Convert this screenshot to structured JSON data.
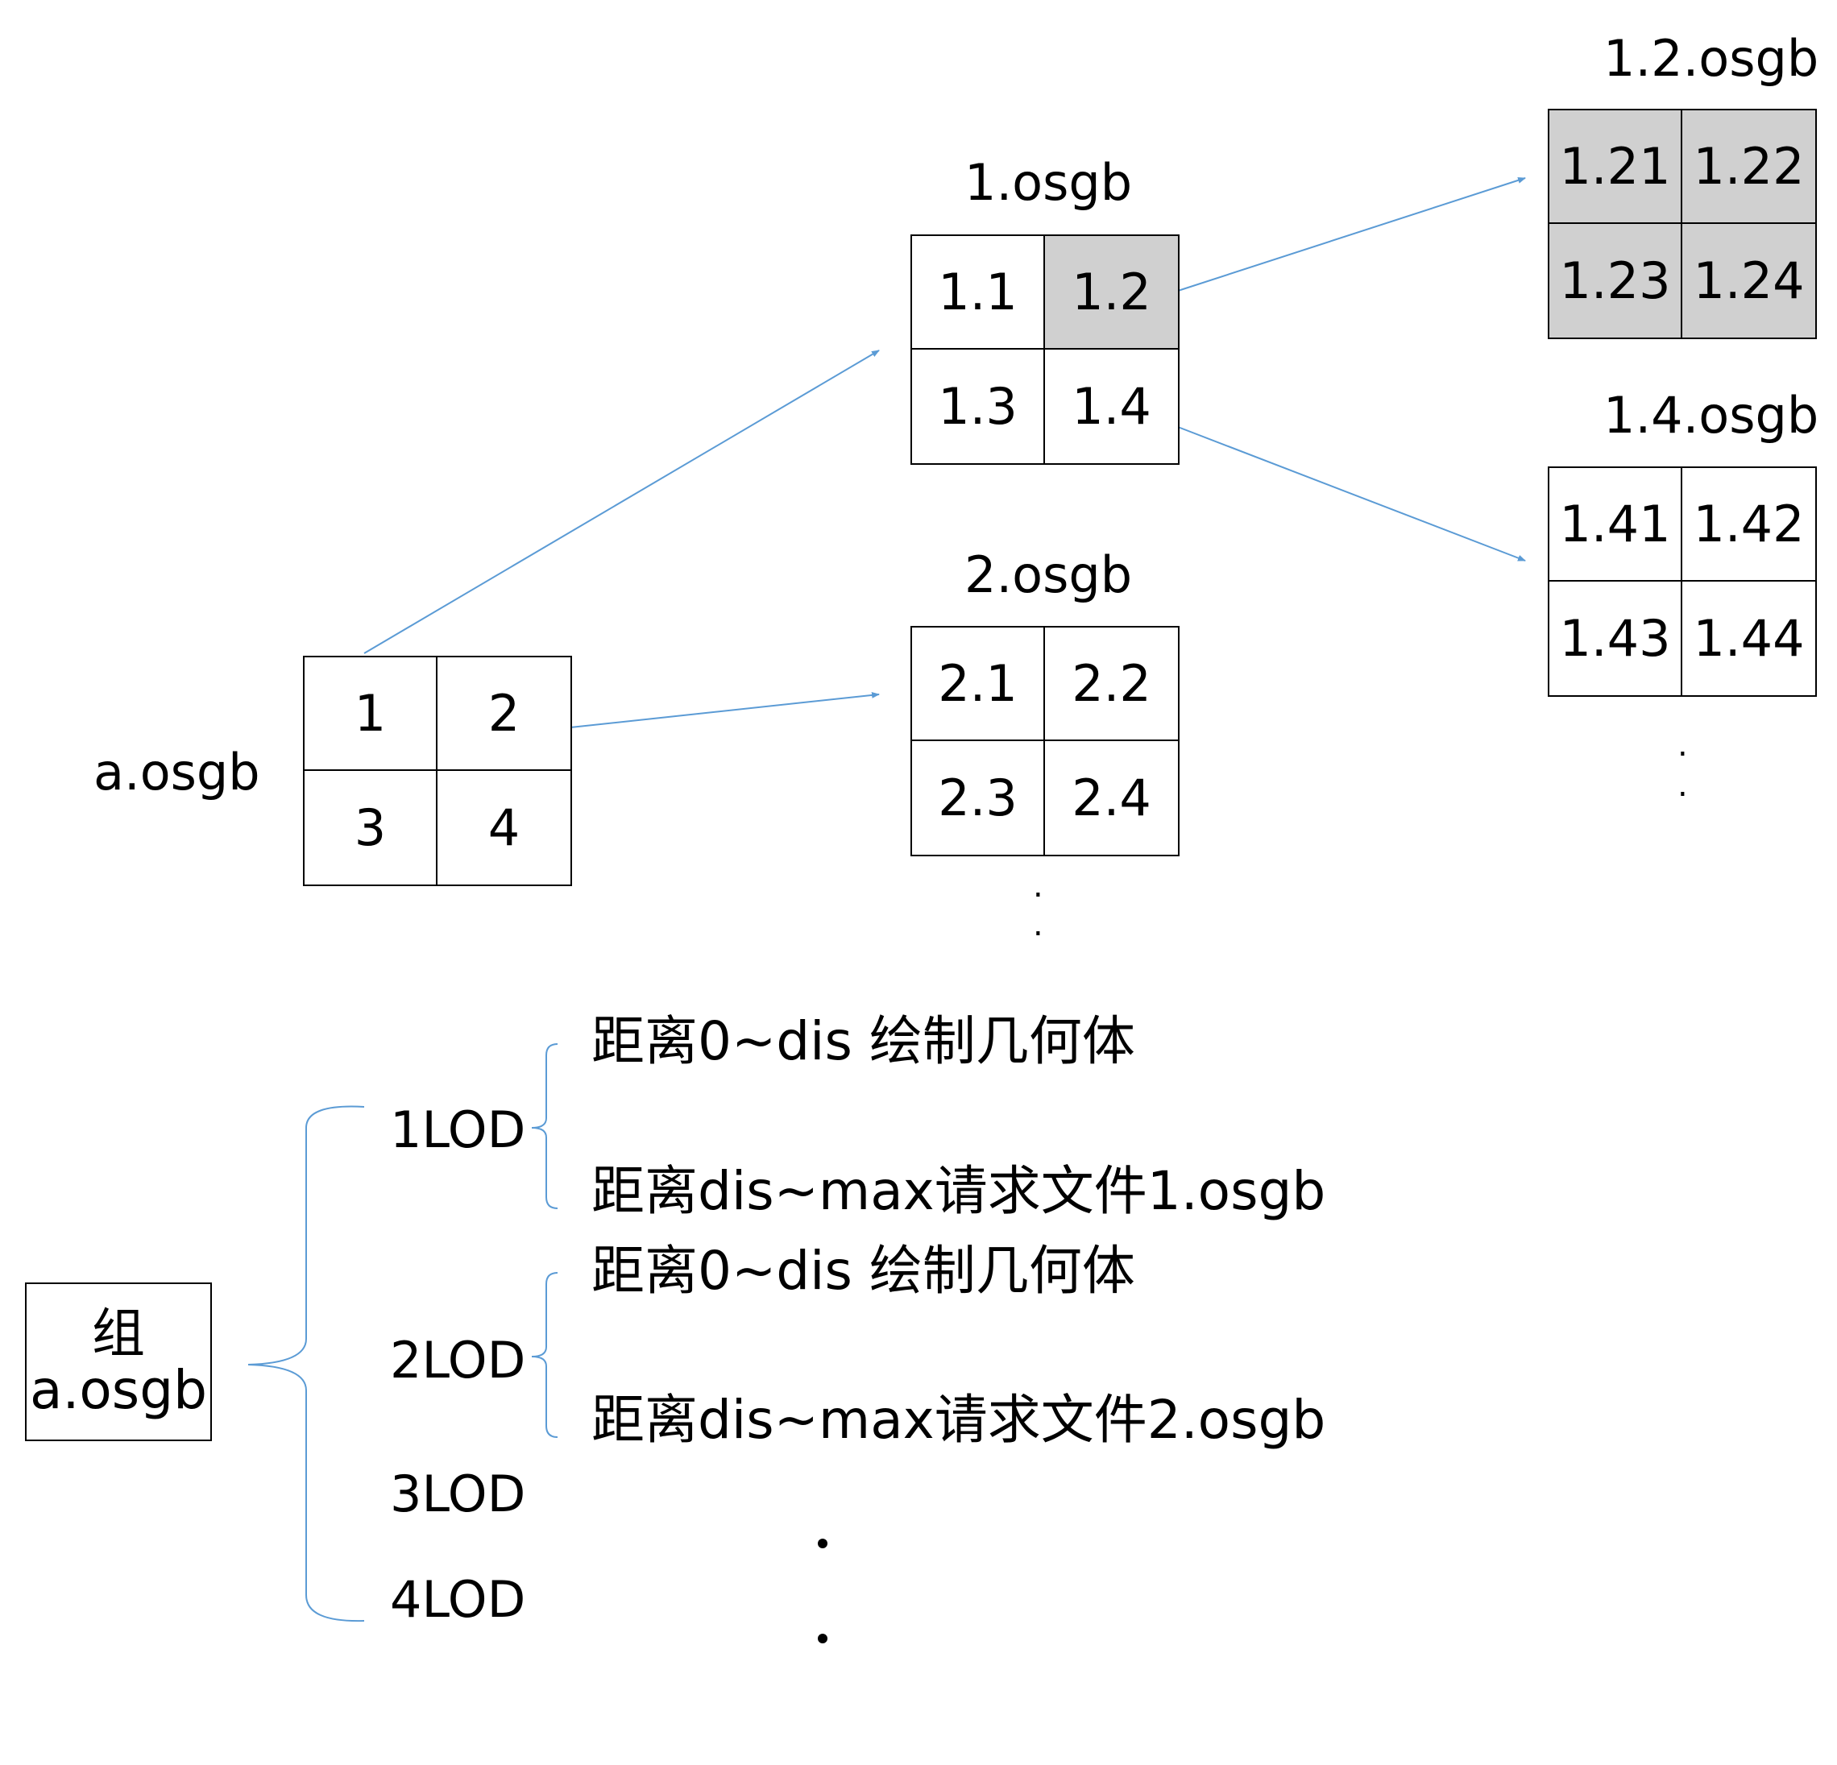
{
  "colors": {
    "connector": "#5b9bd5",
    "shaded_cell": "#d0d0d0",
    "border": "#000000"
  },
  "tiles": {
    "a": {
      "title": "a.osgb",
      "cells": [
        "1",
        "2",
        "3",
        "4"
      ]
    },
    "t1": {
      "title": "1.osgb",
      "cells": [
        "1.1",
        "1.2",
        "1.3",
        "1.4"
      ],
      "shaded": [
        1
      ]
    },
    "t2": {
      "title": "2.osgb",
      "cells": [
        "2.1",
        "2.2",
        "2.3",
        "2.4"
      ]
    },
    "t12": {
      "title": "1.2.osgb",
      "cells": [
        "1.21",
        "1.22",
        "1.23",
        "1.24"
      ],
      "shaded": [
        0,
        1,
        2,
        3
      ]
    },
    "t14": {
      "title": "1.4.osgb",
      "cells": [
        "1.41",
        "1.42",
        "1.43",
        "1.44"
      ]
    }
  },
  "group": {
    "line1": "组",
    "line2": "a.osgb"
  },
  "lods": [
    "1LOD",
    "2LOD",
    "3LOD",
    "4LOD"
  ],
  "descriptions": {
    "lod1_near": "距离0~dis 绘制几何体",
    "lod1_far": "距离dis~max请求文件1.osgb",
    "lod2_near": "距离0~dis 绘制几何体",
    "lod2_far": "距离dis~max请求文件2.osgb"
  }
}
